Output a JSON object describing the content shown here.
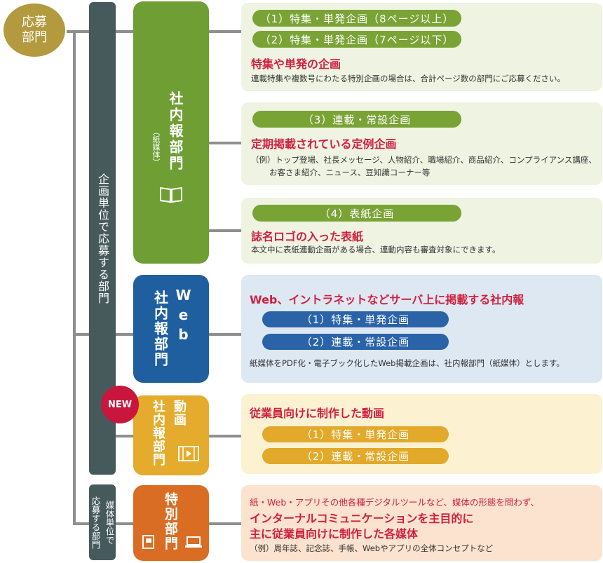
{
  "colors": {
    "root": "#b39a3e",
    "line": "#8f8f8f",
    "dark_bar": "#465a5c",
    "green_dark": "#6e9e34",
    "green_pill": "#7aa336",
    "green_panel": "#eef3e2",
    "blue_dark": "#1f5f9f",
    "blue_pill": "#2a63a8",
    "blue_panel": "#dde8f3",
    "gold_dark": "#e4ab2c",
    "gold_pill": "#e2a92a",
    "gold_panel": "#fcf2d2",
    "orange_dark": "#d86d23",
    "orange_panel": "#fbe3cf",
    "red_text": "#d11f3f",
    "new_badge": "#c8163c"
  },
  "root": {
    "line1": "応募",
    "line2": "部門"
  },
  "side_bars": {
    "planning_unit": "企画単位で応募する部門",
    "media_unit_col1": "応募する部門",
    "media_unit_col2": "媒体単位で"
  },
  "categories": {
    "shanaiho": {
      "title": "社内報部門",
      "sub": "（紙媒体）",
      "icon": "book-icon"
    },
    "web": {
      "col1": "Web",
      "col2": "社内報部門"
    },
    "video": {
      "col1": "動画",
      "col2": "社内報部門",
      "icon": "video-icon",
      "badge": "NEW"
    },
    "special": {
      "title": "特別部門",
      "icon_left": "booklet-icon",
      "icon_right": "laptop-icon"
    }
  },
  "paper": {
    "group1": {
      "pill1": "（1）特集・単発企画（8ページ以上）",
      "pill2": "（2）特集・単発企画（7ページ以下）",
      "heading": "特集や単発の企画",
      "desc": "連載特集や複数号にわたる特別企画の場合は、合計ページ数の部門にご応募ください。"
    },
    "group2": {
      "pill": "（3）連載・常設企画",
      "heading": "定期掲載されている定例企画",
      "desc_line1": "（例）トップ登場、社長メッセージ、人物紹介、職場紹介、商品紹介、コンプライアンス講座、",
      "desc_line2": "お客さま紹介、ニュース、豆知識コーナー等"
    },
    "group3": {
      "pill": "（4）表紙企画",
      "heading": "誌名ロゴの入った表紙",
      "desc": "本文中に表紙連動企画がある場合、連動内容も審査対象にできます。"
    }
  },
  "web_panel": {
    "heading": "Web、イントラネットなどサーバ上に掲載する社内報",
    "pill1": "（1）特集・単発企画",
    "pill2": "（2）連載・常設企画",
    "desc": "紙媒体をPDF化・電子ブック化したWeb掲載企画は、社内報部門（紙媒体）とします。"
  },
  "video_panel": {
    "heading": "従業員向けに制作した動画",
    "pill1": "（1）特集・単発企画",
    "pill2": "（2）連載・常設企画"
  },
  "special_panel": {
    "line1": "紙・Web・アプリその他各種デジタルツールなど、媒体の形態を問わず、",
    "line2": "インターナルコミュニケーションを主目的に",
    "line3": "主に従業員向けに制作した各媒体",
    "desc": "（例）周年誌、記念誌、手帳、Webやアプリの全体コンセプトなど"
  }
}
